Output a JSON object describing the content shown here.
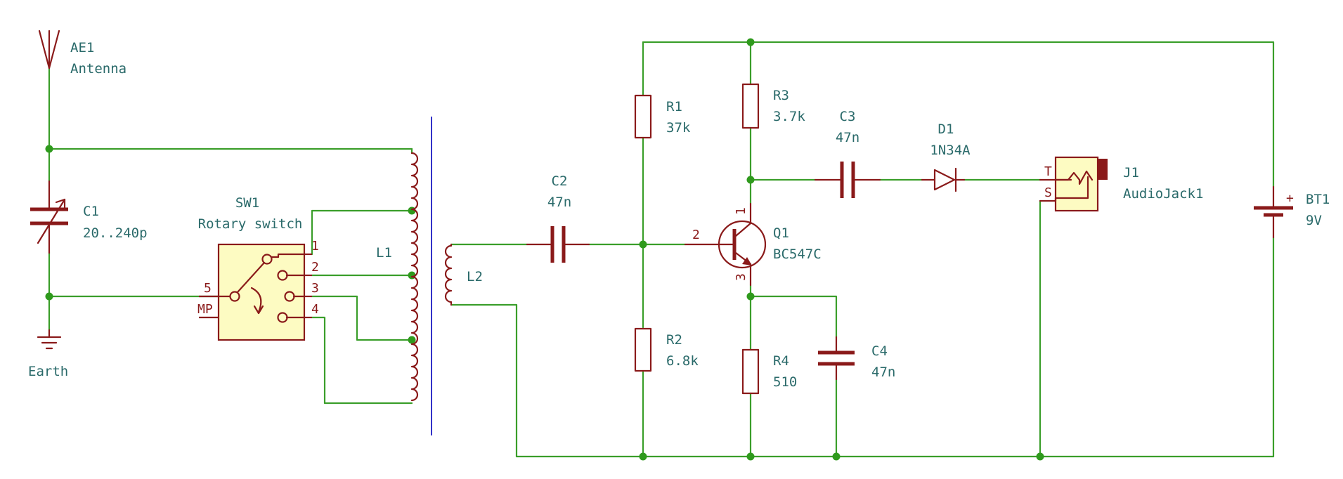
{
  "schematic": {
    "ae1": {
      "ref": "AE1",
      "value": "Antenna"
    },
    "c1": {
      "ref": "C1",
      "value": "20..240p"
    },
    "earth": {
      "value": "Earth"
    },
    "sw1": {
      "ref": "SW1",
      "value": "Rotary switch",
      "pin1": "1",
      "pin2": "2",
      "pin3": "3",
      "pin4": "4",
      "pin5": "5",
      "pinMP": "MP"
    },
    "l1": {
      "ref": "L1"
    },
    "l2": {
      "ref": "L2"
    },
    "c2": {
      "ref": "C2",
      "value": "47n"
    },
    "r1": {
      "ref": "R1",
      "value": "37k"
    },
    "r2": {
      "ref": "R2",
      "value": "6.8k"
    },
    "r3": {
      "ref": "R3",
      "value": "3.7k"
    },
    "r4": {
      "ref": "R4",
      "value": "510"
    },
    "c3": {
      "ref": "C3",
      "value": "47n"
    },
    "c4": {
      "ref": "C4",
      "value": "47n"
    },
    "d1": {
      "ref": "D1",
      "value": "1N34A"
    },
    "q1": {
      "ref": "Q1",
      "value": "BC547C",
      "pin1": "1",
      "pin2": "2",
      "pin3": "3"
    },
    "j1": {
      "ref": "J1",
      "value": "AudioJack1",
      "pinT": "T",
      "pinS": "S"
    },
    "bt1": {
      "ref": "BT1",
      "value": "9V",
      "plus": "+"
    }
  },
  "colors": {
    "wire": "#3a9e2a",
    "component": "#8a1a1a",
    "text": "#2a6a6a",
    "body_fill": "#fdfbc2",
    "transformer_core": "#3232c8"
  }
}
